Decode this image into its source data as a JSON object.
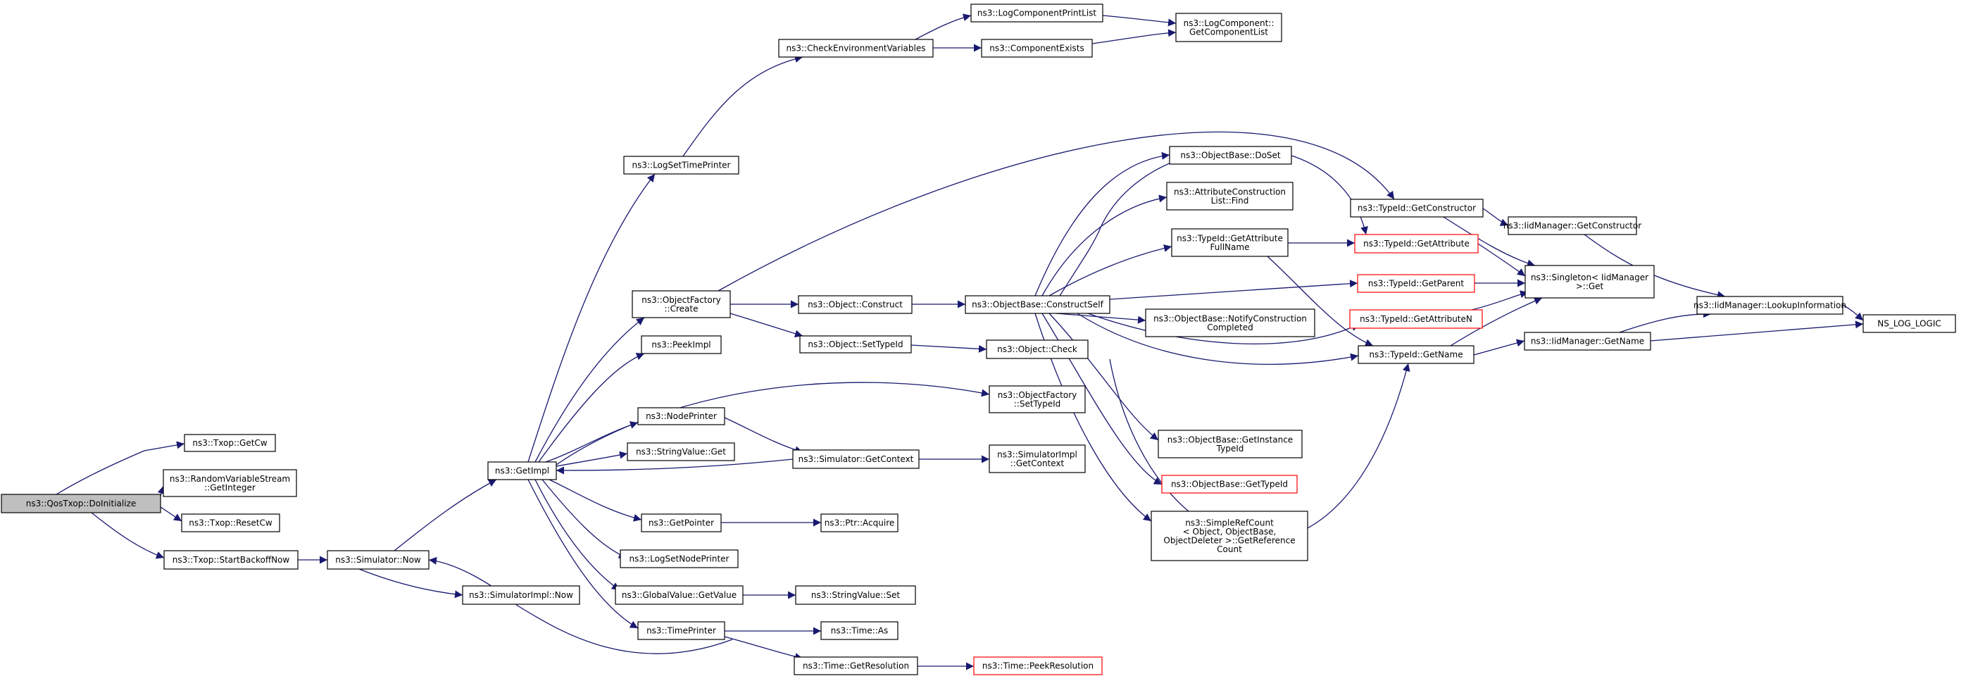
{
  "graph": {
    "edge_color": "#191970",
    "node_border_color": "#000000",
    "missing_node_border_color": "#ff0000",
    "root_fill_color": "#bfbfbf",
    "nodes": [
      {
        "id": "root",
        "lines": [
          "ns3::QosTxop::DoInitialize"
        ],
        "style": "root"
      },
      {
        "id": "getcw",
        "lines": [
          "ns3::Txop::GetCw"
        ]
      },
      {
        "id": "rvsgetint",
        "lines": [
          "ns3::RandomVariableStream",
          "::GetInteger"
        ]
      },
      {
        "id": "resetcw",
        "lines": [
          "ns3::Txop::ResetCw"
        ]
      },
      {
        "id": "startbackoff",
        "lines": [
          "ns3::Txop::StartBackoffNow"
        ]
      },
      {
        "id": "simnow",
        "lines": [
          "ns3::Simulator::Now"
        ]
      },
      {
        "id": "simimplnow",
        "lines": [
          "ns3::SimulatorImpl::Now"
        ]
      },
      {
        "id": "getimpl",
        "lines": [
          "ns3::GetImpl"
        ]
      },
      {
        "id": "logsettimeprinter",
        "lines": [
          "ns3::LogSetTimePrinter"
        ]
      },
      {
        "id": "checkenv",
        "lines": [
          "ns3::CheckEnvironmentVariables"
        ]
      },
      {
        "id": "logcompprintlist",
        "lines": [
          "ns3::LogComponentPrintList"
        ]
      },
      {
        "id": "compexists",
        "lines": [
          "ns3::ComponentExists"
        ]
      },
      {
        "id": "getcomplist",
        "lines": [
          "ns3::LogComponent::",
          "GetComponentList"
        ]
      },
      {
        "id": "objfactcreate",
        "lines": [
          "ns3::ObjectFactory",
          "::Create"
        ]
      },
      {
        "id": "peekimpl",
        "lines": [
          "ns3::PeekImpl"
        ]
      },
      {
        "id": "nodeprinter",
        "lines": [
          "ns3::NodePrinter"
        ]
      },
      {
        "id": "stringvalueget",
        "lines": [
          "ns3::StringValue::Get"
        ]
      },
      {
        "id": "getpointer",
        "lines": [
          "ns3::GetPointer"
        ]
      },
      {
        "id": "logsetnodeprinter",
        "lines": [
          "ns3::LogSetNodePrinter"
        ]
      },
      {
        "id": "globalvalueget",
        "lines": [
          "ns3::GlobalValue::GetValue"
        ]
      },
      {
        "id": "timeprinter",
        "lines": [
          "ns3::TimePrinter"
        ]
      },
      {
        "id": "objconstruct",
        "lines": [
          "ns3::Object::Construct"
        ]
      },
      {
        "id": "objsettypeid",
        "lines": [
          "ns3::Object::SetTypeId"
        ]
      },
      {
        "id": "simgetcontext",
        "lines": [
          "ns3::Simulator::GetContext"
        ]
      },
      {
        "id": "ptracquire",
        "lines": [
          "ns3::Ptr::Acquire"
        ]
      },
      {
        "id": "stringvalueset",
        "lines": [
          "ns3::StringValue::Set"
        ]
      },
      {
        "id": "timeas",
        "lines": [
          "ns3::Time::As"
        ]
      },
      {
        "id": "timegetres",
        "lines": [
          "ns3::Time::GetResolution"
        ]
      },
      {
        "id": "timepeekres",
        "lines": [
          "ns3::Time::PeekResolution"
        ],
        "style": "red"
      },
      {
        "id": "constructself",
        "lines": [
          "ns3::ObjectBase::ConstructSelf"
        ]
      },
      {
        "id": "objcheck",
        "lines": [
          "ns3::Object::Check"
        ]
      },
      {
        "id": "objfactsettypeid",
        "lines": [
          "ns3::ObjectFactory",
          "::SetTypeId"
        ]
      },
      {
        "id": "simimplgetcontext",
        "lines": [
          "ns3::SimulatorImpl",
          "::GetContext"
        ]
      },
      {
        "id": "doset",
        "lines": [
          "ns3::ObjectBase::DoSet"
        ]
      },
      {
        "id": "attrconstrfind",
        "lines": [
          "ns3::AttributeConstruction",
          "List::Find"
        ]
      },
      {
        "id": "getattrfullname",
        "lines": [
          "ns3::TypeId::GetAttribute",
          "FullName"
        ]
      },
      {
        "id": "notifyconstr",
        "lines": [
          "ns3::ObjectBase::NotifyConstruction",
          "Completed"
        ]
      },
      {
        "id": "getinstancetypeid",
        "lines": [
          "ns3::ObjectBase::GetInstance",
          "TypeId"
        ]
      },
      {
        "id": "objbasegettypeid",
        "lines": [
          "ns3::ObjectBase::GetTypeId"
        ],
        "style": "red"
      },
      {
        "id": "simplerefcount",
        "lines": [
          "ns3::SimpleRefCount",
          "< Object, ObjectBase,",
          "ObjectDeleter >::GetReference",
          "Count"
        ]
      },
      {
        "id": "typeidgetconstructor",
        "lines": [
          "ns3::TypeId::GetConstructor"
        ]
      },
      {
        "id": "typeidgetattribute",
        "lines": [
          "ns3::TypeId::GetAttribute"
        ],
        "style": "red"
      },
      {
        "id": "typeidgetparent",
        "lines": [
          "ns3::TypeId::GetParent"
        ],
        "style": "red"
      },
      {
        "id": "typeidgetattributen",
        "lines": [
          "ns3::TypeId::GetAttributeN"
        ],
        "style": "red"
      },
      {
        "id": "typeidgetname",
        "lines": [
          "ns3::TypeId::GetName"
        ]
      },
      {
        "id": "iidgetconstructor",
        "lines": [
          "ns3::IidManager::GetConstructor"
        ]
      },
      {
        "id": "singletonget",
        "lines": [
          "ns3::Singleton< IidManager",
          ">::Get"
        ]
      },
      {
        "id": "iidgetname",
        "lines": [
          "ns3::IidManager::GetName"
        ]
      },
      {
        "id": "iidlookup",
        "lines": [
          "ns3::IidManager::LookupInformation"
        ]
      },
      {
        "id": "nslogic",
        "lines": [
          "NS_LOG_LOGIC"
        ]
      }
    ]
  }
}
